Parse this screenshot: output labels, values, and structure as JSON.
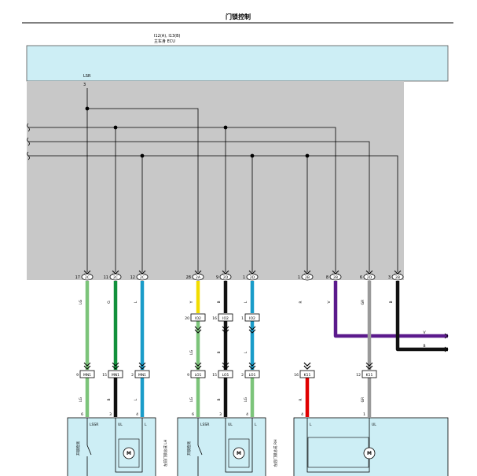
{
  "title": "门锁控制",
  "ecu": {
    "code": "I12(A), I13(B)",
    "name": "主车身 ECU",
    "lsr_label": "LSR",
    "lsr_pin": "3"
  },
  "colors": {
    "ecu_fill": "#cdeef5",
    "block_fill": "#c8c8c8",
    "LG": "#7cc47a",
    "G": "#12913c",
    "L": "#1a9cc9",
    "Y": "#f2dc00",
    "B": "#111111",
    "V": "#5b1a8c",
    "GR": "#9a9a9a",
    "R": "#e00000",
    "lg_bottom": "#7cc47a"
  },
  "top_pins": [
    {
      "num": "17",
      "conn": "2C",
      "wire": "LG"
    },
    {
      "num": "11",
      "conn": "2C",
      "wire": "G"
    },
    {
      "num": "12",
      "conn": "2C",
      "wire": "L"
    },
    {
      "num": "28",
      "conn": "2A",
      "wire": "Y"
    },
    {
      "num": "9",
      "conn": "2D",
      "wire": "B"
    },
    {
      "num": "1",
      "conn": "2D",
      "wire": "L"
    },
    {
      "num": "1",
      "conn": "2B",
      "wire": "R"
    },
    {
      "num": "8",
      "conn": "2B",
      "wire": "V"
    },
    {
      "num": "6",
      "conn": "2D",
      "wire": "GR"
    },
    {
      "num": "3",
      "conn": "2B",
      "wire": "B"
    }
  ],
  "mid_connectors": [
    {
      "num": "20",
      "id": "IO2"
    },
    {
      "num": "16",
      "id": "IO2"
    },
    {
      "num": "1",
      "id": "IO2"
    }
  ],
  "mid_wire_labels": {
    "lg": "LG",
    "b": "B",
    "l": "L"
  },
  "side_wires": [
    {
      "label": "V",
      "color": "V"
    },
    {
      "label": "B",
      "color": "B"
    }
  ],
  "lower_connectors": [
    {
      "num": "9",
      "id": "MN1"
    },
    {
      "num": "15",
      "id": "MN1"
    },
    {
      "num": "2",
      "id": "MN1"
    },
    {
      "num": "9",
      "id": "LO1"
    },
    {
      "num": "15",
      "id": "LO1"
    },
    {
      "num": "2",
      "id": "LO1"
    },
    {
      "num": "16",
      "id": "K11"
    },
    {
      "num": "12",
      "id": "K11"
    }
  ],
  "lower_wire_labels": {
    "left1": "LG",
    "left2": "B",
    "left3": "L",
    "mid1": "LG",
    "mid2": "B",
    "mid3": "LG",
    "r1": "R",
    "r2": "GR"
  },
  "door_locks": [
    {
      "pins": [
        "6",
        "3",
        "4"
      ],
      "labels": [
        "LSSR",
        "UL",
        "L"
      ],
      "switch_text": "开锁检测",
      "side_text": "左前门锁总成 LH"
    },
    {
      "pins": [
        "6",
        "3",
        "4"
      ],
      "labels": [
        "LSSR",
        "UL",
        "L"
      ],
      "switch_text": "开锁检测",
      "side_text": "左后门锁总成 RH"
    },
    {
      "pins": [
        "4",
        "1"
      ],
      "labels": [
        "L",
        "UL"
      ],
      "switch_text": "",
      "side_text": ""
    }
  ],
  "top_wire_labels": [
    "LG",
    "G",
    "L",
    "Y",
    "B",
    "L",
    "R",
    "V",
    "GR",
    "B"
  ],
  "motor_symbol": "M"
}
